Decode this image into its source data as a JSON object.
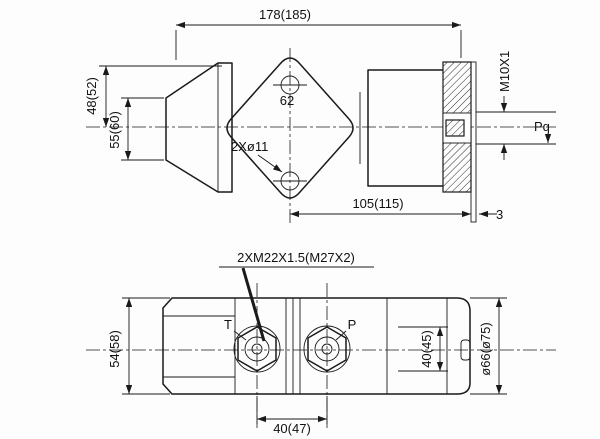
{
  "drawing": {
    "type": "technical-drawing",
    "background": "#fdfdfd",
    "line_color": "#1a1a1a",
    "top_view": {
      "dim_overall_width": "178(185)",
      "dim_height_upper": "48(52)",
      "dim_height_lower": "55(60)",
      "dim_hole_offset": "62",
      "callout_holes": "2Xø11",
      "thread_spec": "M10X1",
      "port_label": "Pq",
      "dim_length": "105(115)",
      "dim_plate_thickness": "3"
    },
    "bottom_view": {
      "callout_ports": "2XM22X1.5(M27X2)",
      "label_port_t": "T",
      "label_port_p": "P",
      "dim_height": "54(58)",
      "dim_port_height": "40(45)",
      "dim_diameter": "ø66(ø75)",
      "dim_port_spacing": "40(47)"
    }
  }
}
